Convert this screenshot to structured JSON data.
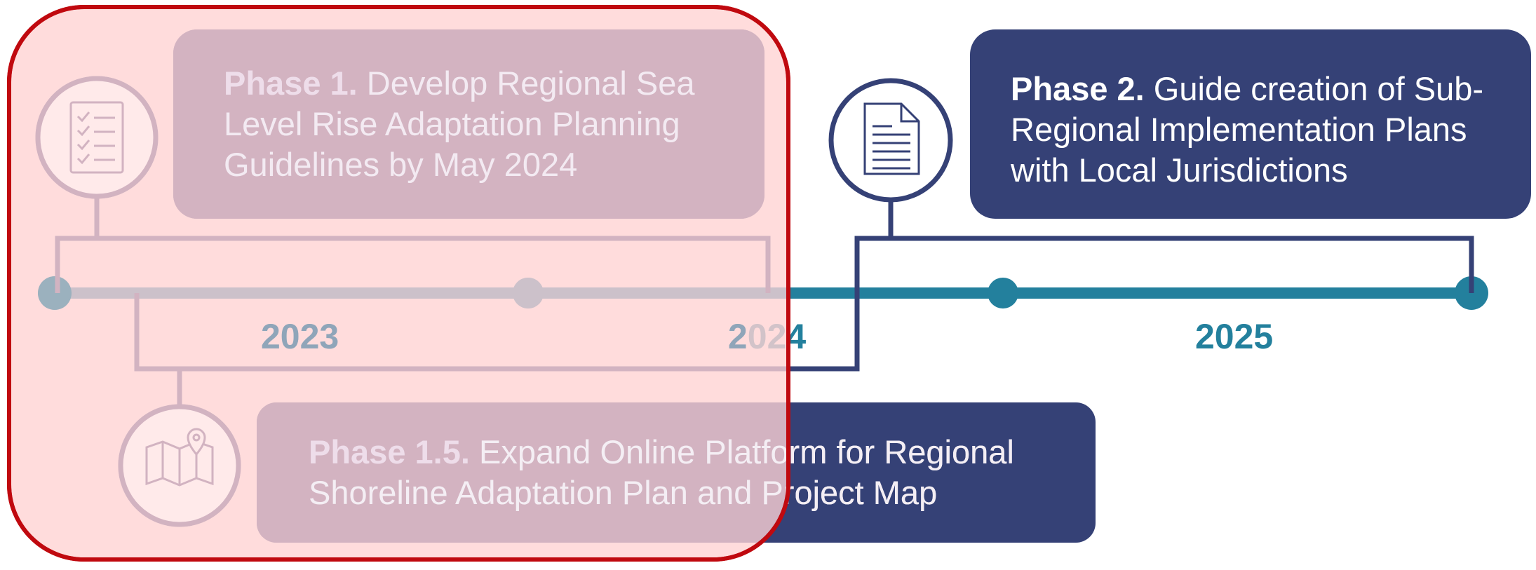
{
  "colors": {
    "navy": "#354176",
    "teal": "#23809d",
    "grey_blue": "#8fa5b9",
    "mauve": "#9c86a4",
    "overlay_fill": "#ffd9d9",
    "overlay_border": "#c0090f"
  },
  "timeline": {
    "years": [
      "2023",
      "2024",
      "2025"
    ]
  },
  "phases": [
    {
      "id": "phase-1",
      "title": "Phase 1.",
      "text": " Develop Regional Sea Level Rise Adaptation Planning Guidelines by May 2024",
      "icon": "checklist-icon"
    },
    {
      "id": "phase-2",
      "title": "Phase 2.",
      "text": " Guide creation of Sub-Regional Implementation Plans with Local Jurisdictions",
      "icon": "document-icon"
    },
    {
      "id": "phase-1-5",
      "title": "Phase 1.5.",
      "text": " Expand Online Platform for Regional Shoreline Adaptation Plan and Project Map",
      "icon": "map-icon"
    }
  ]
}
